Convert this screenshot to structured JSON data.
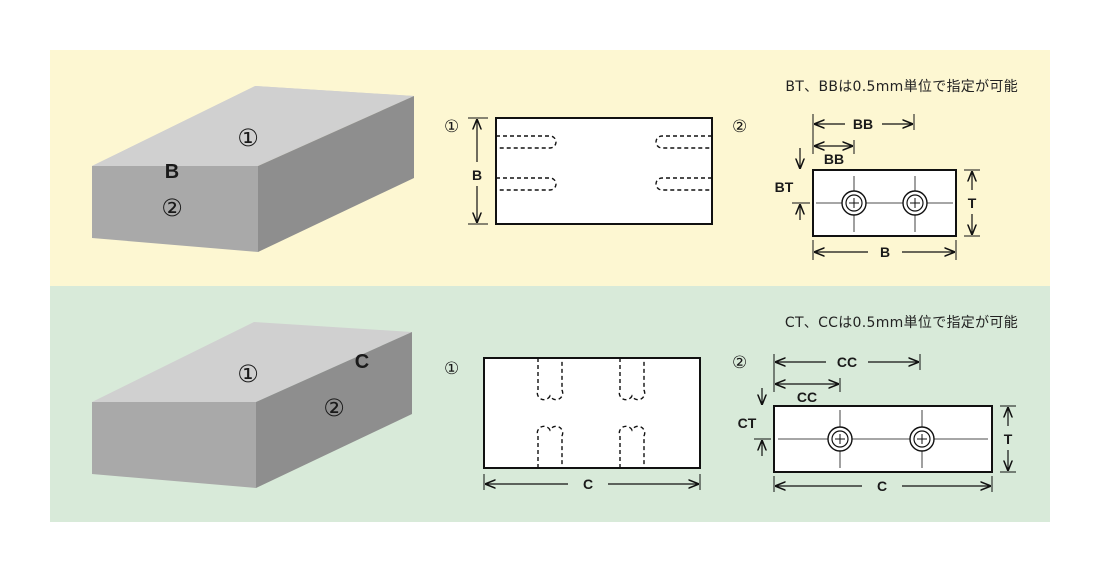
{
  "panels": [
    {
      "note": "BT、BBは0.5mm単位で指定が可能",
      "block": {
        "face_top_mark": "①",
        "side_letter": "B",
        "side_mark": "②"
      },
      "view1": {
        "mark": "①",
        "dim": "B"
      },
      "view2": {
        "mark": "②",
        "dim_outer": "BB",
        "dim_inner": "BB",
        "dim_height": "BT",
        "dim_thickness": "T",
        "dim_width": "B"
      }
    },
    {
      "note": "CT、CCは0.5mm単位で指定が可能",
      "block": {
        "face_top_mark": "①",
        "side_letter": "C",
        "side_mark": "②"
      },
      "view1": {
        "mark": "①",
        "dim": "C"
      },
      "view2": {
        "mark": "②",
        "dim_outer": "CC",
        "dim_inner": "CC",
        "dim_height": "CT",
        "dim_thickness": "T",
        "dim_width": "C"
      }
    }
  ],
  "colors": {
    "panel_b_bg": "#fdf7d2",
    "panel_c_bg": "#d8ead9",
    "block_top": "#cfcfcf",
    "block_front": "#a8a8a8",
    "block_side": "#8f8f8f"
  }
}
